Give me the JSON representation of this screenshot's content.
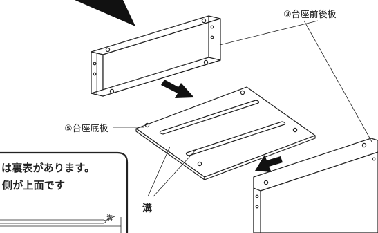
{
  "labels": {
    "front_back_plate": "③台座前後板",
    "bottom_plate": "⑤台座底板",
    "groove": "溝",
    "groove_small": "溝"
  },
  "note": {
    "line1": "は裏表があります。",
    "line2": "側が上面です"
  },
  "colors": {
    "line": "#222222",
    "arrow": "#111111",
    "background": "#ffffff"
  },
  "icons": {
    "down_arrow": "arrow-down-right",
    "up_arrow": "arrow-up-left"
  }
}
